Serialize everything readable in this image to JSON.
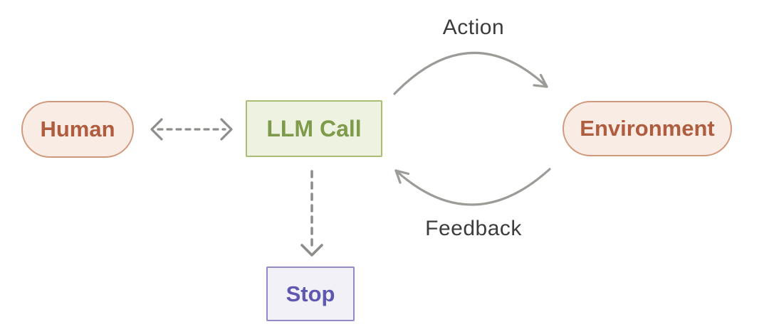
{
  "diagram": {
    "type": "flow-diagram",
    "nodes": {
      "human": {
        "label": "Human",
        "shape": "pill",
        "fill": "#f9ece5",
        "border": "#d1997c",
        "text_color": "#b05c3e"
      },
      "llm_call": {
        "label": "LLM Call",
        "shape": "rect",
        "fill": "#edf2e1",
        "border": "#a9bd73",
        "text_color": "#7d9b4b"
      },
      "environment": {
        "label": "Environment",
        "shape": "pill",
        "fill": "#f9ece5",
        "border": "#d1997c",
        "text_color": "#b05c3e"
      },
      "stop": {
        "label": "Stop",
        "shape": "rect",
        "fill": "#f2f1f8",
        "border": "#918bc7",
        "text_color": "#5f58b0"
      }
    },
    "edges": [
      {
        "from": "human",
        "to": "llm_call",
        "style": "dashed",
        "bidirectional": true,
        "label": ""
      },
      {
        "from": "llm_call",
        "to": "environment",
        "style": "solid-curved",
        "bidirectional": false,
        "label": "Action"
      },
      {
        "from": "environment",
        "to": "llm_call",
        "style": "solid-curved",
        "bidirectional": false,
        "label": "Feedback"
      },
      {
        "from": "llm_call",
        "to": "stop",
        "style": "dashed",
        "bidirectional": false,
        "label": ""
      }
    ],
    "colors": {
      "background": "#ffffff",
      "solid_arrow": "#9b9b97",
      "dashed_arrow": "#8d8d8a",
      "edge_label_text": "#3c3c3c"
    }
  }
}
